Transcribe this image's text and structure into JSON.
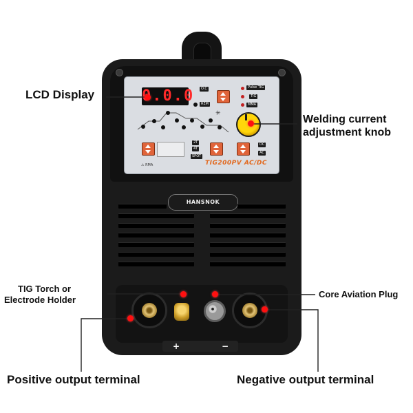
{
  "annotations": {
    "lcd_display": "LCD Display",
    "welding_current_line1": "Welding  current",
    "welding_current_line2": "adjustment knob",
    "tig_torch_line1": "TIG Torch or",
    "tig_torch_line2": "Electrode Holder",
    "core_aviation_plug": "Core Aviation Plug",
    "positive_output_terminal": "Positive output terminal",
    "negative_output_terminal": "Negative output terminal"
  },
  "panel": {
    "lcd_value": "0.0.0",
    "model": "TIG200PV AC/DC",
    "brand": "HANSNOK",
    "warning": "⚠ RMA",
    "tags": {
      "oc": "O.C",
      "rem": "REM",
      "pulse_tig": "Pulse TIG",
      "tig": "TIG",
      "mma": "MMA",
      "two_t": "2T",
      "four_t": "4T",
      "spot": "SPOT",
      "dc": "DC",
      "ac": "AC"
    }
  },
  "polarity": {
    "plus": "+",
    "minus": "−"
  },
  "colors": {
    "marker": "#ff1010",
    "body": "#1b1b1b",
    "panel": "#dadde2",
    "accent_orange": "#e0643a",
    "knob_yellow": "#ffd60a",
    "model_text": "#e2691f"
  }
}
